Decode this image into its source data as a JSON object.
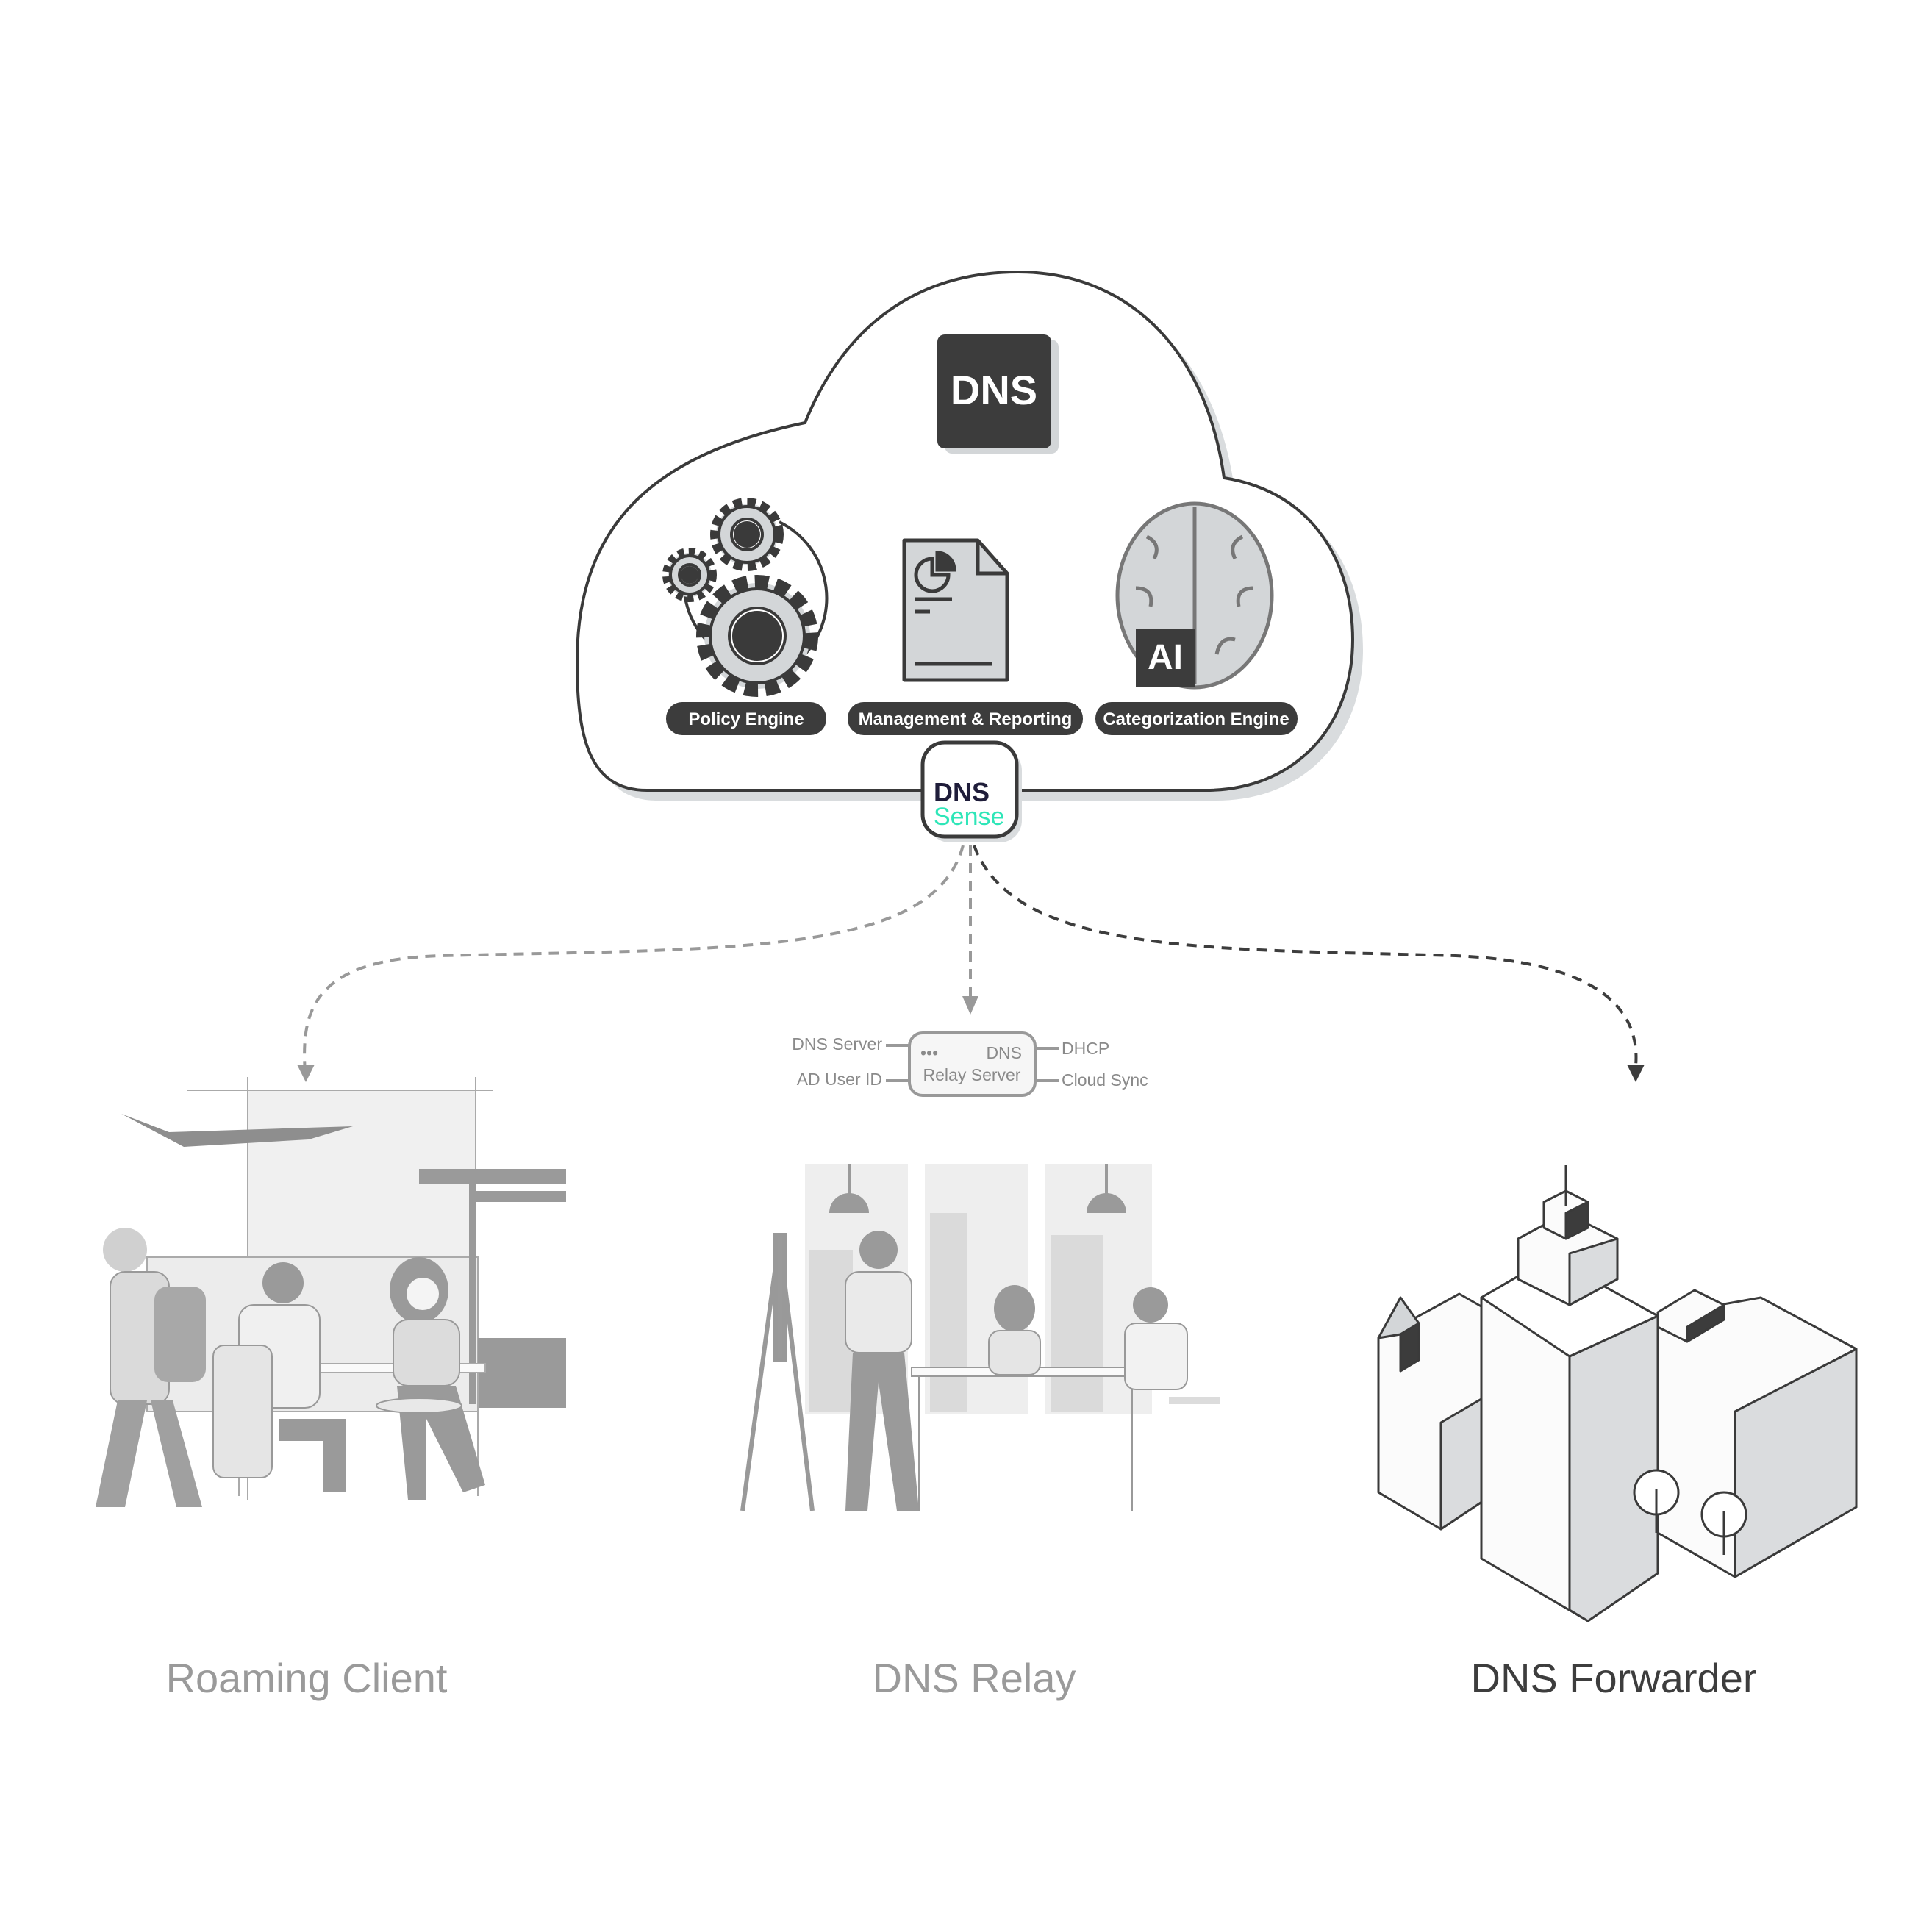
{
  "cloud": {
    "dns_badge": "DNS",
    "components": [
      {
        "label": "Policy Engine",
        "icon": "gears-icon"
      },
      {
        "label": "Management & Reporting",
        "icon": "report-document-icon"
      },
      {
        "label": "Categorization Engine",
        "icon": "ai-brain-icon"
      }
    ],
    "ai_badge": "AI"
  },
  "logo": {
    "line1": "DNS",
    "line2": "Sense",
    "color1": "#1f1d3a",
    "color2": "#2ee6b8"
  },
  "relay_box": {
    "dots": "•••",
    "title_line1": "DNS",
    "title_line2": "Relay Server",
    "left_labels": [
      "DNS Server",
      "AD User ID"
    ],
    "right_labels": [
      "DHCP",
      "Cloud Sync"
    ]
  },
  "deployments": [
    {
      "label": "Roaming Client",
      "color": "#9a9a9a"
    },
    {
      "label": "DNS Relay",
      "color": "#9a9a9a"
    },
    {
      "label": "DNS Forwarder",
      "color": "#3d3d3d"
    }
  ]
}
